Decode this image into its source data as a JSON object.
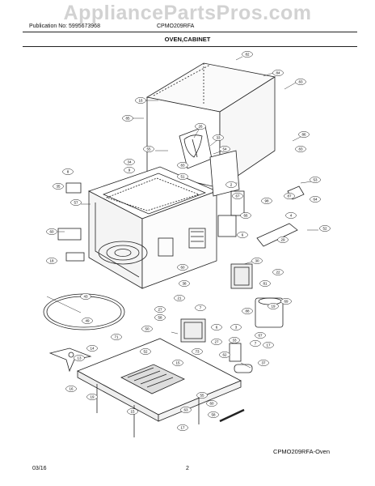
{
  "header": {
    "watermark": "AppliancePartsPros.com",
    "publication": "Publication No: 5995673968",
    "model": "CPMO209RFA",
    "section_title": "OVEN,CABINET"
  },
  "callouts": [
    "82",
    "84",
    "83",
    "16",
    "85",
    "26",
    "33",
    "86",
    "55",
    "54",
    "83",
    "34",
    "83",
    "9",
    "51",
    "8",
    "35",
    "2",
    "53",
    "87",
    "64",
    "57",
    "67",
    "98",
    "66",
    "4",
    "52",
    "6",
    "60",
    "29",
    "18",
    "30",
    "60",
    "22",
    "38",
    "81",
    "43",
    "19",
    "27",
    "21",
    "69",
    "49",
    "88",
    "58",
    "7",
    "3",
    "50",
    "67",
    "6",
    "71",
    "27",
    "33",
    "7",
    "52",
    "17",
    "14",
    "73",
    "37",
    "13",
    "62",
    "55",
    "15",
    "16",
    "19",
    "63",
    "60",
    "15",
    "17",
    "58"
  ],
  "footer": {
    "caption": "CPMO209RFA-Oven",
    "date": "03/16",
    "page": "2"
  }
}
